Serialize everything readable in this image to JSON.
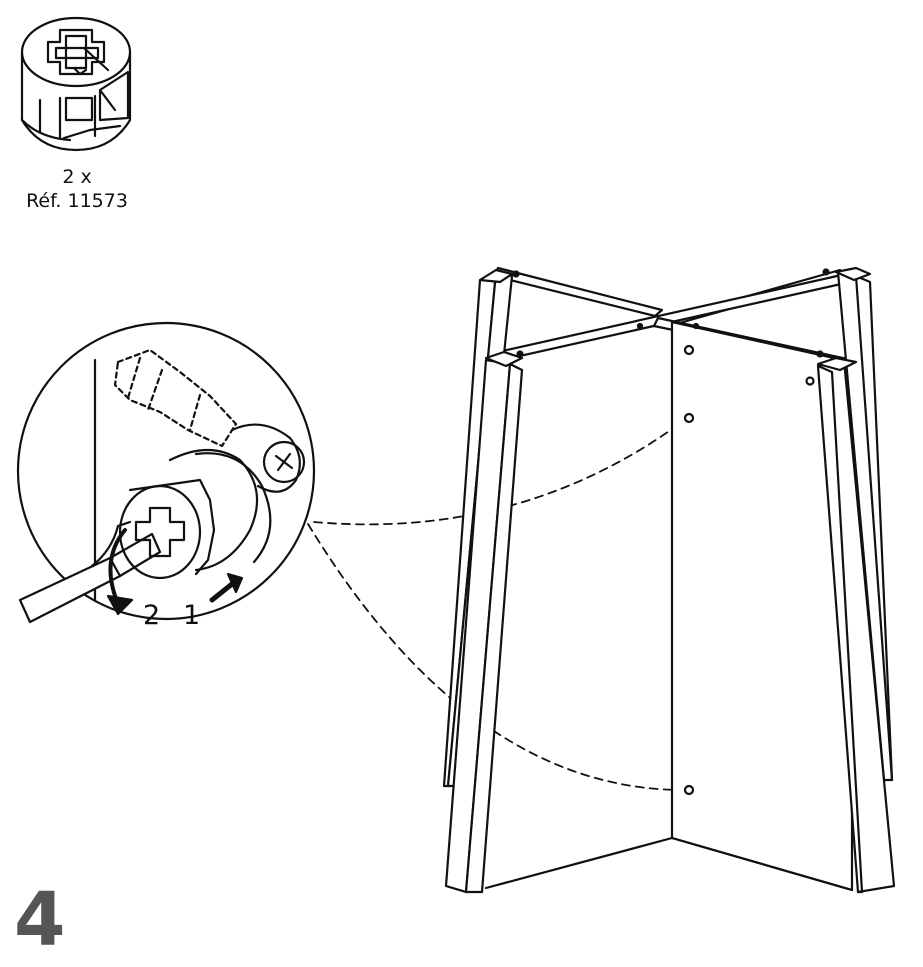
{
  "part": {
    "quantity": "2 x",
    "reference": "Réf. 11573",
    "icon": "cam-lock-fitting-icon"
  },
  "detail": {
    "step_labels": [
      "2",
      "1"
    ],
    "icon": "screwdriver-icon"
  },
  "step": {
    "number": "4"
  },
  "colors": {
    "line": "#111111",
    "step_number": "#555555"
  }
}
